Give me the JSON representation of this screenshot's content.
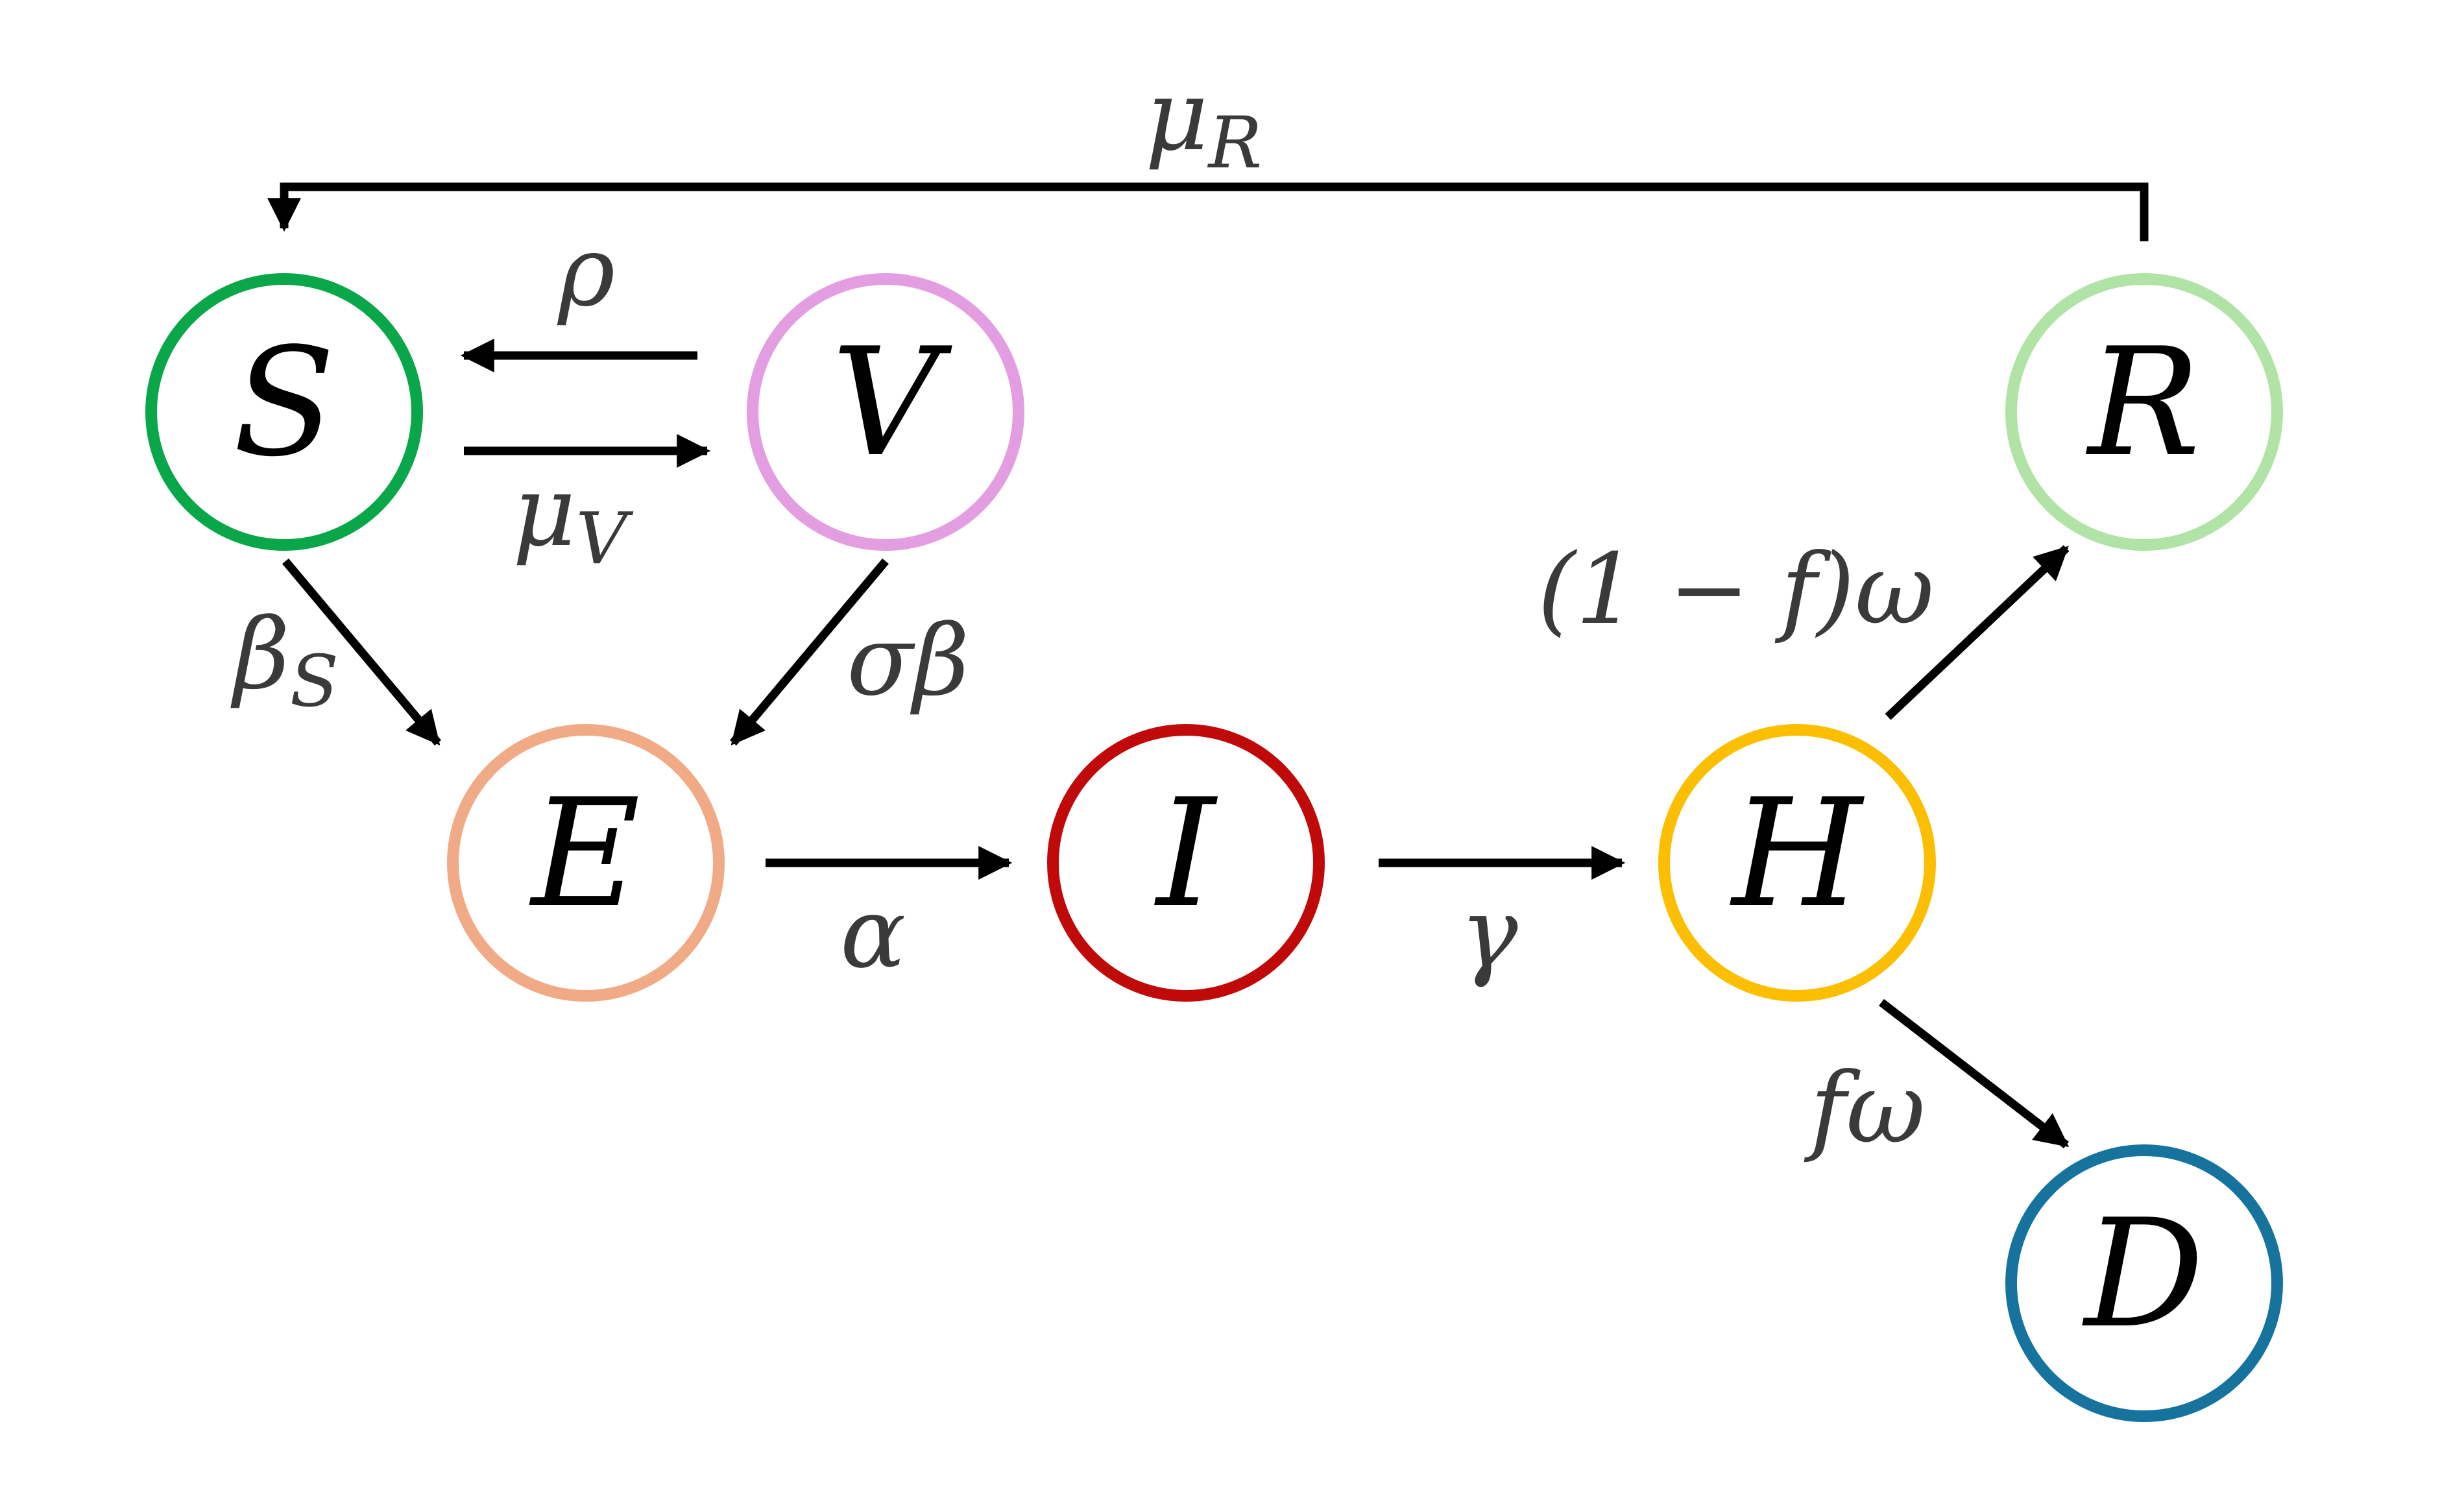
{
  "nodes": [
    {
      "id": "S",
      "label": "S",
      "color": "#0aa64a"
    },
    {
      "id": "V",
      "label": "V",
      "color": "#e29ee0"
    },
    {
      "id": "R",
      "label": "R",
      "color": "#b0e3a5"
    },
    {
      "id": "E",
      "label": "E",
      "color": "#f0ab86"
    },
    {
      "id": "I",
      "label": "I",
      "color": "#c00a0a"
    },
    {
      "id": "H",
      "label": "H",
      "color": "#fbbe00"
    },
    {
      "id": "D",
      "label": "D",
      "color": "#15739e"
    }
  ],
  "edges": {
    "R_to_S": {
      "main": "μ",
      "sub": "R"
    },
    "V_to_S": {
      "main": "ρ",
      "sub": ""
    },
    "S_to_V": {
      "main": "μ",
      "sub": "V"
    },
    "S_to_E": {
      "main": "β",
      "sub": "S",
      "color": "#ff0000"
    },
    "V_to_E": {
      "main": "σβ",
      "sub": ""
    },
    "E_to_I": {
      "main": "α",
      "sub": ""
    },
    "I_to_H": {
      "main": "γ",
      "sub": ""
    },
    "H_to_R": {
      "main": "(1 − f)ω",
      "sub": ""
    },
    "H_to_D": {
      "main": "fω",
      "sub": ""
    }
  }
}
